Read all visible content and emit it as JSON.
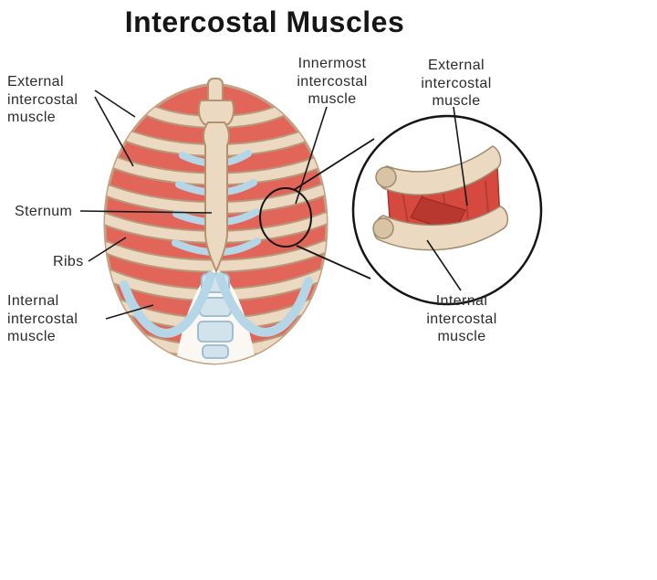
{
  "title": "Intercostal Muscles",
  "labels": {
    "external_left": "External\nintercostal\nmuscle",
    "sternum": "Sternum",
    "ribs": "Ribs",
    "internal_left": "Internal\nintercostal\nmuscle",
    "innermost_top": "Innermost\nintercostal\nmuscle",
    "external_right": "External\nintercostal\nmuscle",
    "internal_right": "Internal\nintercostal\nmuscle"
  },
  "colors": {
    "muscle_red": "#e2655a",
    "muscle_red_deep": "#d6493f",
    "muscle_red_dark": "#b8372f",
    "bone_light": "#ecd9c2",
    "bone_shadow": "#b8987a",
    "cartilage_blue": "#b5d6e6",
    "outline_black": "#1a1a1a",
    "background": "#ffffff"
  }
}
